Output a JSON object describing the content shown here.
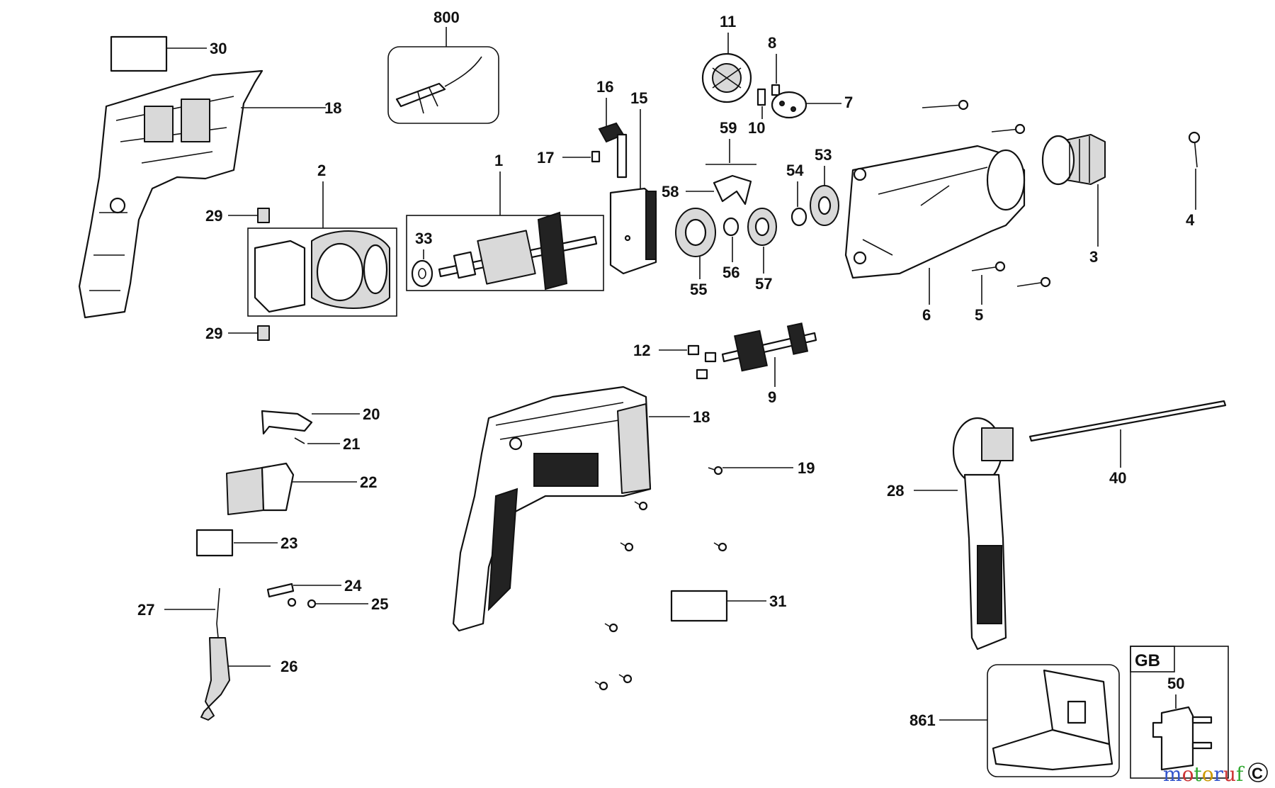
{
  "callouts": {
    "c800": "800",
    "c30": "30",
    "c18a": "18",
    "c2": "2",
    "c29a": "29",
    "c29b": "29",
    "c16": "16",
    "c15": "15",
    "c17": "17",
    "c1": "1",
    "c33": "33",
    "c11": "11",
    "c8": "8",
    "c7": "7",
    "c10": "10",
    "c59": "59",
    "c58": "58",
    "c55": "55",
    "c56": "56",
    "c57": "57",
    "c54": "54",
    "c53": "53",
    "c6": "6",
    "c5": "5",
    "c3": "3",
    "c4": "4",
    "c12": "12",
    "c9": "9",
    "c18b": "18",
    "c19": "19",
    "c20": "20",
    "c21": "21",
    "c22": "22",
    "c23": "23",
    "c24": "24",
    "c25": "25",
    "c27": "27",
    "c26": "26",
    "c31": "31",
    "c28": "28",
    "c40": "40",
    "c861": "861",
    "c50": "50"
  },
  "region_label": "GB",
  "watermark": {
    "letters": [
      "m",
      "o",
      "t",
      "o",
      "r",
      "u",
      "f"
    ],
    "colors": [
      "#3355cc",
      "#cc3333",
      "#33aa33",
      "#cc9900",
      "#3355cc",
      "#cc3333",
      "#33aa33"
    ]
  },
  "corner_mark": "C"
}
